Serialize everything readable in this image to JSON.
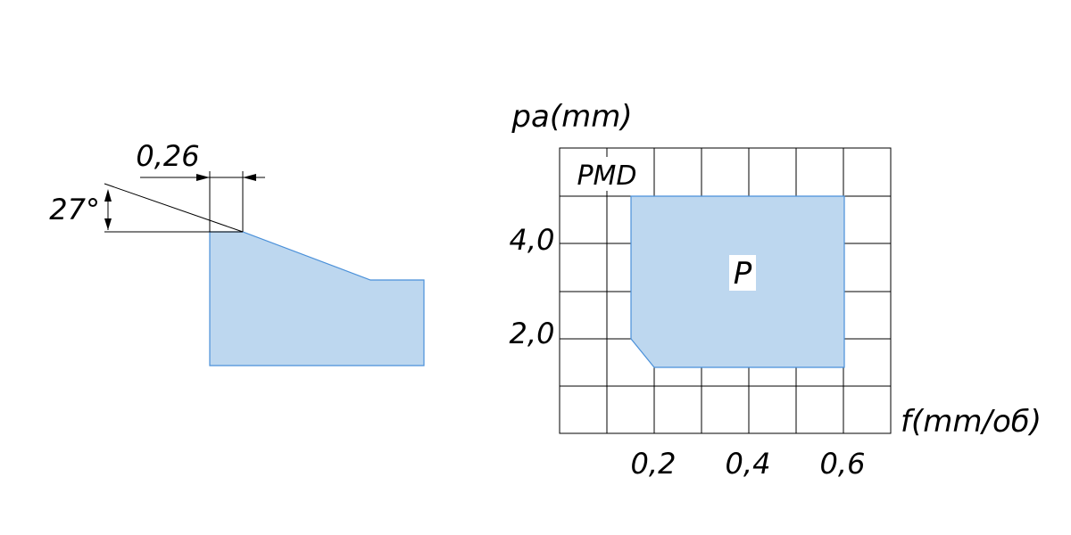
{
  "colors": {
    "fill": "#bdd7ef",
    "outline": "#4a90d9",
    "line": "#000000"
  },
  "profile": {
    "angle_label": "27°",
    "width_label": "0,26"
  },
  "chart": {
    "y_axis_label": "pa(mm)",
    "x_axis_label": "f(mm/об)",
    "corner_label": "PMD",
    "region_label": "P",
    "x_ticks": [
      "0,2",
      "0,4",
      "0,6"
    ],
    "y_ticks": [
      "2,0",
      "4,0"
    ]
  }
}
